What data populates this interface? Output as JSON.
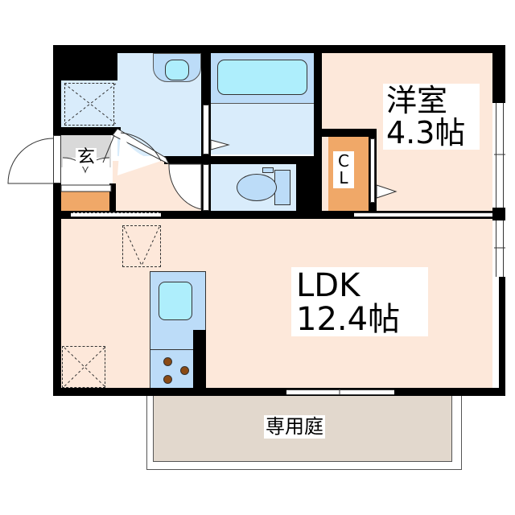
{
  "floorplan": {
    "rooms": {
      "western_room": {
        "name": "洋室",
        "size": "4.3帖"
      },
      "ldk": {
        "name": "LDK",
        "size": "12.4帖"
      },
      "entrance": {
        "name": "玄"
      },
      "closet": {
        "line1": "C",
        "line2": "L"
      },
      "garden": {
        "name": "専用庭"
      }
    },
    "colors": {
      "wall": "#000000",
      "living_floor": "#fde8da",
      "wet_area": "#d9ecfb",
      "fixture_blue": "#bcdcf8",
      "fixture_cyan": "#aeeefc",
      "entrance_floor": "#d9d9d9",
      "storage_orange": "#f0a868",
      "garden": "#e2d8cd"
    }
  }
}
